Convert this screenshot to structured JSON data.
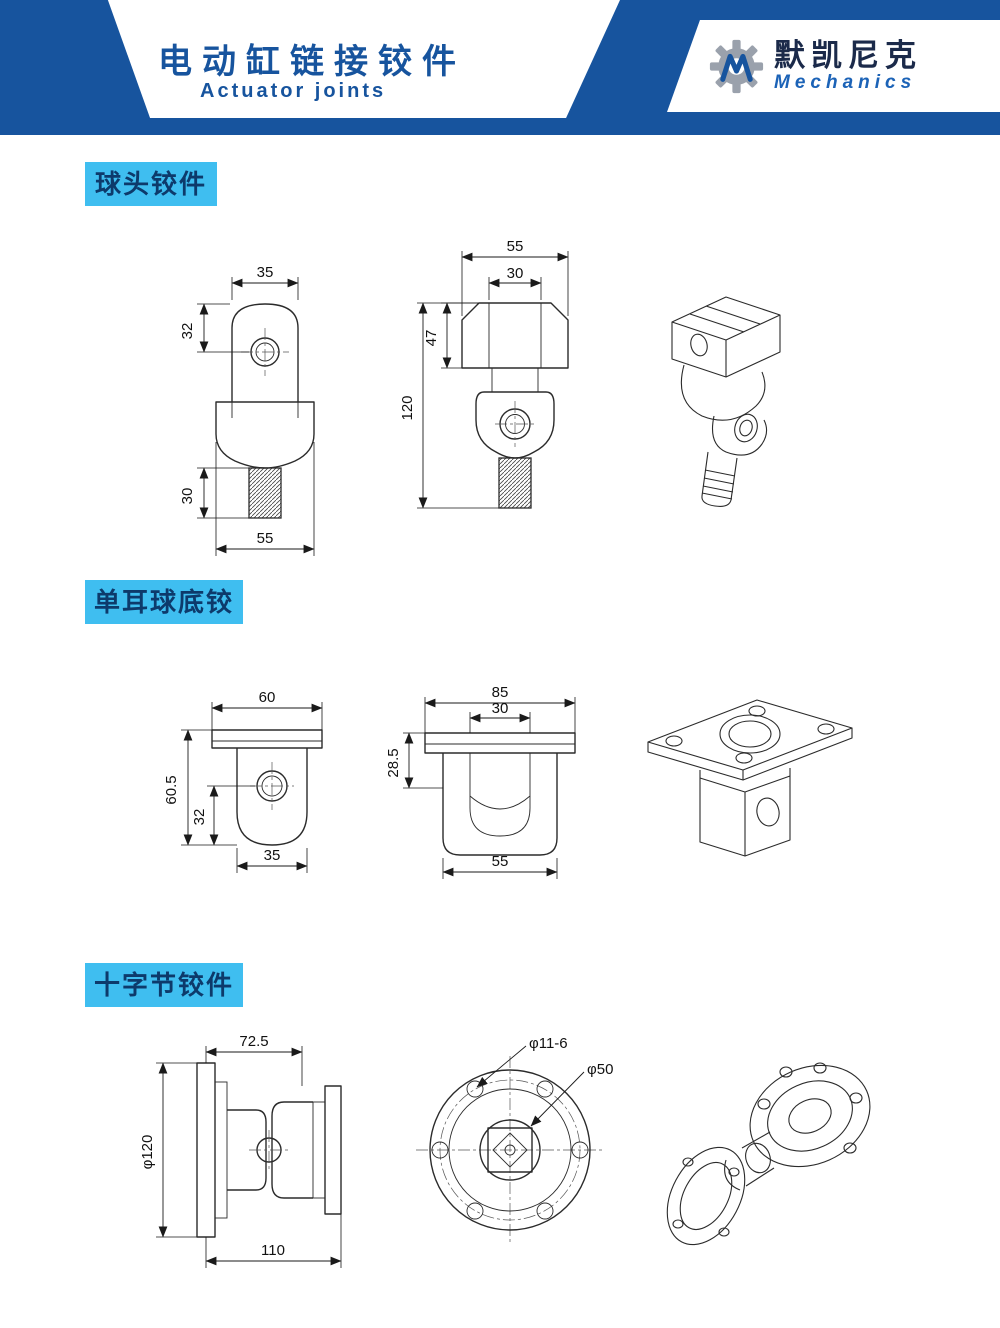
{
  "header": {
    "title_cn": "电动缸链接铰件",
    "title_en": "Actuator joints",
    "brand_cn": "默凯尼克",
    "brand_en": "Mechanics",
    "brand_icon": "gear-icon"
  },
  "colors": {
    "header_blue": "#17549e",
    "section_label_blue": "#3fbef0",
    "brand_text_dark": "#1b2a4a",
    "brand_text_blue": "#1c63b7",
    "drawing_line": "#2b2b2b"
  },
  "sections": [
    {
      "label": "球头铰件",
      "front": {
        "top_width": "35",
        "upper_height": "32",
        "lower_height": "30",
        "bottom_width": "55"
      },
      "side": {
        "top_width": "55",
        "slot_width": "30",
        "slot_height": "47",
        "total_height": "120"
      }
    },
    {
      "label": "单耳球底铰",
      "front": {
        "top_width": "60",
        "total_height": "60.5",
        "lug_height": "32",
        "bottom_width": "35"
      },
      "side": {
        "top_width": "85",
        "slot_width": "30",
        "plate_height": "28.5",
        "bottom_width": "55"
      }
    },
    {
      "label": "十字节铰件",
      "front": {
        "top_width": "72.5",
        "flange_diameter": "φ120",
        "bottom_width": "110"
      },
      "circular": {
        "bolt_holes": "φ11-6",
        "inner_diameter": "φ50"
      }
    }
  ]
}
